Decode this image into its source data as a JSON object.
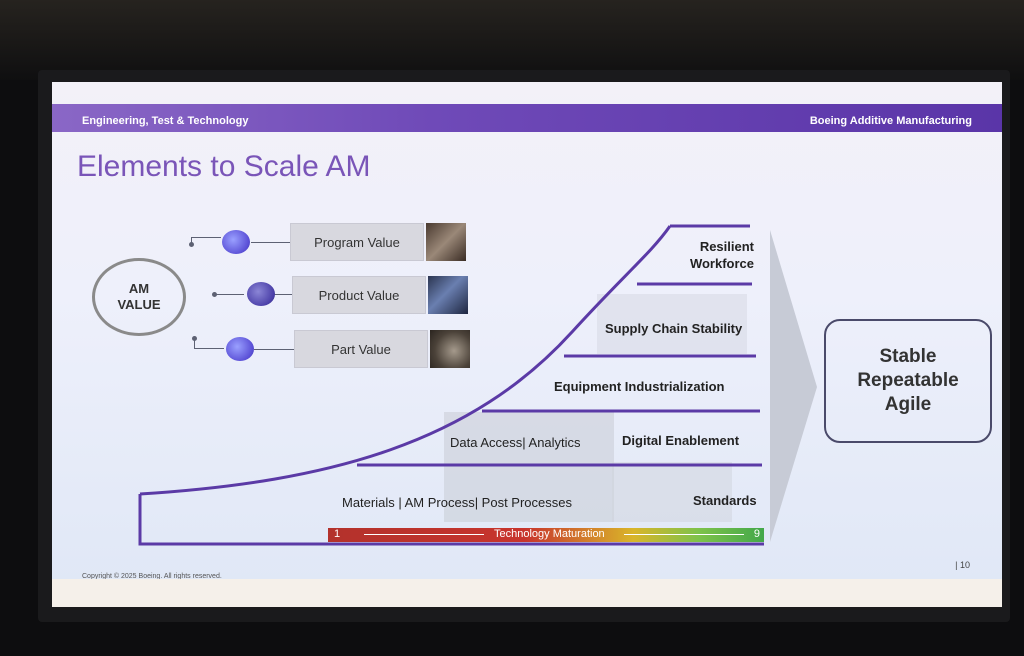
{
  "header": {
    "left": "Engineering, Test & Technology",
    "right": "Boeing Additive Manufacturing"
  },
  "title": "Elements to Scale AM",
  "am_value": "AM\nVALUE",
  "values": [
    {
      "label": "Program Value"
    },
    {
      "label": "Product Value"
    },
    {
      "label": "Part Value"
    }
  ],
  "layers": [
    {
      "label": "Resilient\nWorkforce"
    },
    {
      "label": "Supply Chain Stability"
    },
    {
      "label": "Equipment Industrialization"
    },
    {
      "label_a": "Data Access| Analytics",
      "label_b": "Digital Enablement"
    },
    {
      "label_a": "Materials | AM Process| Post Processes",
      "label_b": "Standards"
    }
  ],
  "maturation": {
    "start": "1",
    "label": "Technology Maturation",
    "end": "9"
  },
  "result": [
    "Stable",
    "Repeatable",
    "Agile"
  ],
  "page_number": "| 10",
  "copyright": "Copyright © 2025 Boeing. All rights reserved.",
  "colors": {
    "header": "#6f4ab8",
    "title": "#7a55b8",
    "curve": "#5b3aa6",
    "dot": "#5a4fd6"
  }
}
